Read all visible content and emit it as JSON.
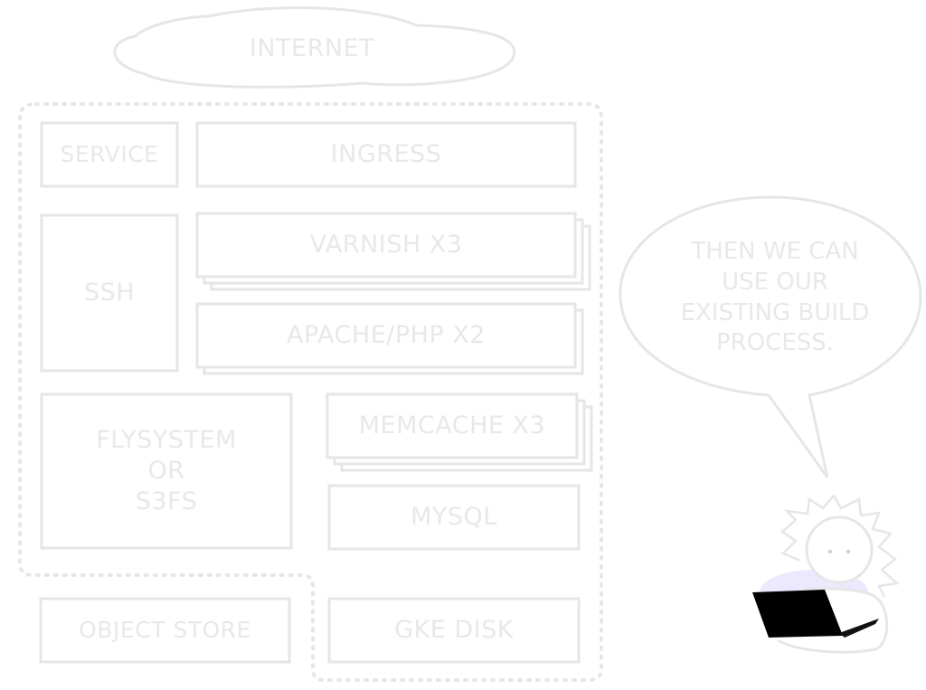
{
  "diagram": {
    "internet": "INTERNET",
    "service": "SERVICE",
    "ingress": "INGRESS",
    "ssh": "SSH",
    "varnish": "VARNISH X3",
    "apache": "APACHE/PHP X2",
    "flysystem": "FLYSYSTEM\nOR\nS3FS",
    "memcache": "MEMCACHE X3",
    "mysql": "MYSQL",
    "object_store": "OBJECT STORE",
    "gke_disk": "GKE DISK"
  },
  "speech_bubble": {
    "lines": [
      "THEN WE CAN",
      "USE OUR",
      "EXISTING BUILD",
      "PROCESS."
    ]
  },
  "colors": {
    "stroke": "#e6e6e6",
    "text": "#e8e8e8",
    "laptop": "#000000",
    "glow": "#c8c0ff"
  }
}
